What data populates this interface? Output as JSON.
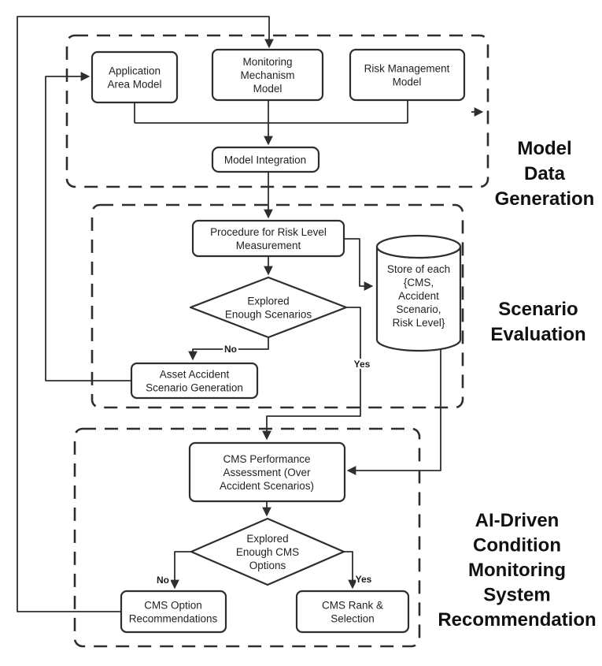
{
  "title": "AI-driven condition monitoring system recommendation flowchart",
  "colors": {
    "line": "#2e2e2e",
    "text": "#222222",
    "box_fill": "#ffffff",
    "background": "#ffffff"
  },
  "sections": {
    "model_data_generation": {
      "lines": [
        "Model",
        "Data",
        "Generation"
      ]
    },
    "scenario_evaluation": {
      "lines": [
        "Scenario",
        "Evaluation"
      ]
    },
    "ai_recommendation": {
      "lines": [
        "AI-Driven",
        "Condition",
        "Monitoring",
        "System",
        "Recommendation"
      ]
    }
  },
  "nodes": {
    "application_area_model": {
      "type": "process",
      "lines": [
        "Application",
        "Area Model"
      ]
    },
    "monitoring_mechanism_model": {
      "type": "process",
      "lines": [
        "Monitoring",
        "Mechanism",
        "Model"
      ]
    },
    "risk_management_model": {
      "type": "process",
      "lines": [
        "Risk Management",
        "Model"
      ]
    },
    "model_integration": {
      "type": "process",
      "lines": [
        "Model Integration"
      ]
    },
    "procedure_risk_level": {
      "type": "process",
      "lines": [
        "Procedure for Risk Level",
        "Measurement"
      ]
    },
    "explored_enough_scenarios": {
      "type": "decision",
      "lines": [
        "Explored",
        "Enough Scenarios"
      ]
    },
    "store_of_each": {
      "type": "datastore",
      "lines": [
        "Store of each",
        "{CMS,",
        "Accident",
        "Scenario,",
        "Risk Level}"
      ]
    },
    "asset_accident_scenario_generation": {
      "type": "process",
      "lines": [
        "Asset Accident",
        "Scenario Generation"
      ]
    },
    "cms_performance_assessment": {
      "type": "process",
      "lines": [
        "CMS Performance",
        "Assessment (Over",
        "Accident Scenarios)"
      ]
    },
    "explored_enough_cms_options": {
      "type": "decision",
      "lines": [
        "Explored",
        "Enough CMS",
        "Options"
      ]
    },
    "cms_option_recommendations": {
      "type": "process",
      "lines": [
        "CMS Option",
        "Recommendations"
      ]
    },
    "cms_rank_selection": {
      "type": "process",
      "lines": [
        "CMS Rank &",
        "Selection"
      ]
    }
  },
  "edge_labels": {
    "no_scenarios": "No",
    "yes_scenarios": "Yes",
    "no_cms": "No",
    "yes_cms": "Yes"
  }
}
